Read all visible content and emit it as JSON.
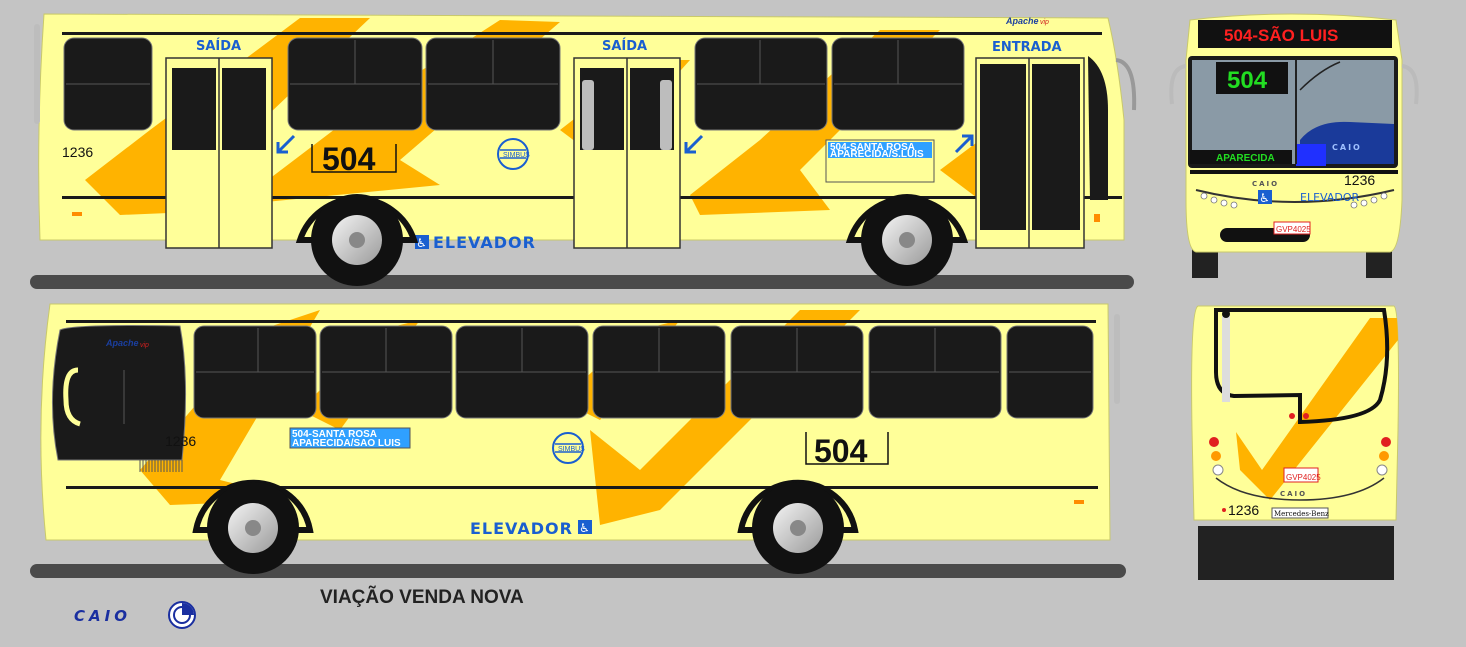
{
  "colors": {
    "background": "#c4c4c4",
    "body": "#ffff99",
    "stripe": "#ffb300",
    "glass": "#1a1a1a",
    "label_blue": "#1a5fd0",
    "display_red": "#ff2020",
    "display_green": "#22dd22",
    "plate_red": "#e02020"
  },
  "side_right": {
    "door_labels": [
      "SAÍDA",
      "SAÍDA",
      "ENTRADA"
    ],
    "fleet_number": "1236",
    "route_number": "504",
    "route_sign": [
      "504-SANTA ROSA",
      "APARECIDA/S.LUIS"
    ],
    "brand_badge": "Apache",
    "brand_badge_sub": "vip",
    "logo_caption": "SIMBUS",
    "elevator_label": "ELEVADOR",
    "elevator_icon": "wheelchair-icon"
  },
  "side_left": {
    "fleet_number": "1236",
    "route_number": "504",
    "route_sign": [
      "504-SANTA ROSA",
      "APARECIDA/SAO LUIS"
    ],
    "brand_badge": "Apache",
    "brand_badge_sub": "vip",
    "logo_caption": "SIMBUS",
    "elevator_label": "ELEVADOR",
    "elevator_icon": "wheelchair-icon"
  },
  "front": {
    "destination": "504-SÃO LUIS",
    "route_number": "504",
    "sub_destination": "APARECIDA",
    "fleet_number": "1236",
    "maker_badge": "CAIO",
    "elevator_label": "ELEVADOR",
    "plate": "GVP4025"
  },
  "rear": {
    "fleet_number": "1236",
    "plate": "GVP4025",
    "maker_badge": "CAIO",
    "brand": "Mercedes-Benz"
  },
  "footer": {
    "company": "VIAÇÃO VENDA NOVA",
    "maker_logo": "CAIO"
  }
}
